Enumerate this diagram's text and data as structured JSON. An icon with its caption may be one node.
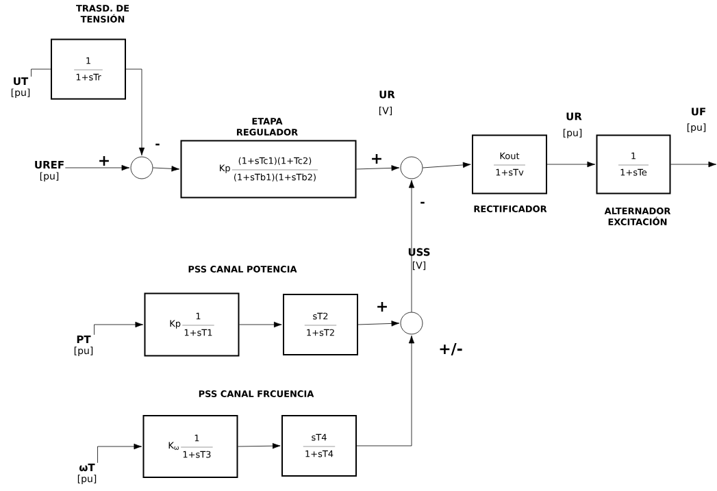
{
  "diagram": {
    "nodes": [
      {
        "text": [
          "UT",
          "[pu]"
        ]
      },
      {
        "text": [
          "1",
          "1+sTr"
        ],
        "beside": [
          "TRASD. DE TENSIÓN"
        ]
      },
      {
        "text": [
          "UREF",
          "[pu]"
        ]
      },
      {
        "text": [],
        "shape": "circle"
      },
      {
        "text": [
          "Kp",
          "(1+sTc1)(1+Tc2)",
          "(1+sTb1)(1+sTb2)"
        ],
        "beside": [
          "ETAPA REGULADOR"
        ]
      },
      {
        "text": [],
        "shape": "circle"
      },
      {
        "text": [
          "Kout",
          "1+sTv"
        ],
        "beside": [
          "RECTIFICADOR"
        ]
      },
      {
        "text": [
          "1",
          "1+sTe"
        ],
        "beside": [
          "ALTERNADOR EXCITACIÓN"
        ]
      },
      {
        "text": [
          "PT",
          "[pu]"
        ]
      },
      {
        "text": [
          "Kp",
          "1",
          "1+sT1"
        ]
      },
      {
        "text": [
          "sT2",
          "1+sT2"
        ]
      },
      {
        "text": [],
        "shape": "circle"
      },
      {
        "text": [
          "ωT",
          "[pu]"
        ]
      },
      {
        "text": [
          "K$_{ω}$",
          "1",
          "1+sT3"
        ]
      },
      {
        "text": [
          "sT4",
          "1+sT4"
        ]
      }
    ],
    "edges": [
      {
        "from": 0,
        "to": 1,
        "arrow": "none"
      },
      {
        "from": 1,
        "to": 3,
        "arrow": "to"
      },
      {
        "from": 2,
        "to": 3,
        "arrow": "to"
      },
      {
        "from": 3,
        "to": 4,
        "arrow": "to"
      },
      {
        "from": 4,
        "to": 5,
        "arrow": "to"
      },
      {
        "from": 5,
        "to": 6,
        "arrow": "to"
      },
      {
        "from": 6,
        "to": 7,
        "arrow": "to"
      },
      {
        "from": 7,
        "to": null,
        "arrow": "to"
      },
      {
        "from": 8,
        "to": 9,
        "arrow": "to"
      },
      {
        "from": 9,
        "to": 10,
        "arrow": "to"
      },
      {
        "from": 10,
        "to": 11,
        "arrow": "to"
      },
      {
        "from": 12,
        "to": 13,
        "arrow": "to"
      },
      {
        "from": 13,
        "to": 14,
        "arrow": "to"
      },
      {
        "from": 14,
        "to": 11,
        "arrow": "to"
      },
      {
        "from": 11,
        "to": 5,
        "arrow": "to"
      }
    ],
    "labels": [
      "-",
      "UR",
      "[V]",
      "+",
      "+",
      "UR",
      "[pu]",
      "UF",
      "[pu]",
      "-",
      "USS",
      "[V]",
      "PSS CANAL POTENCIA",
      "+",
      "+/-",
      "PSS CANAL FRCUENCIA"
    ]
  }
}
